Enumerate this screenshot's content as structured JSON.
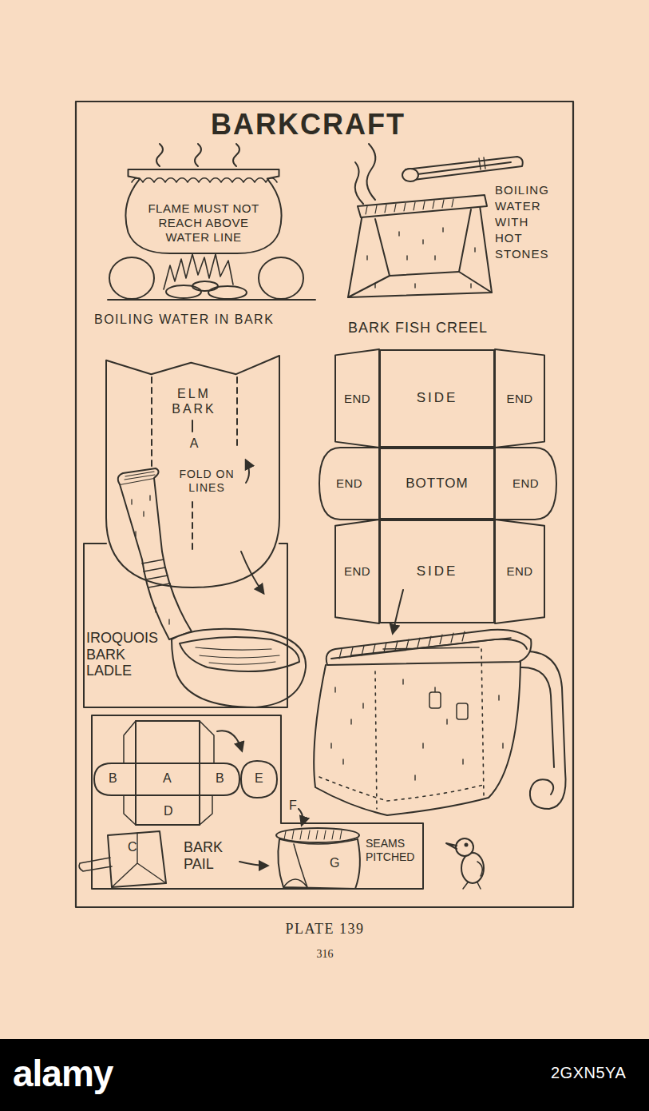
{
  "diagram": {
    "title": "BARKCRAFT",
    "caption": "PLATE 139",
    "nodes": [
      {
        "text": [
          "FLAME MUST NOT REACH ABOVE WATER LINE"
        ]
      },
      {
        "text": [
          "ELM BARK",
          "A",
          "FOLD ON LINES"
        ]
      },
      {
        "text": [
          "END"
        ]
      },
      {
        "text": [
          "SIDE"
        ]
      },
      {
        "text": [
          "END"
        ]
      },
      {
        "text": [
          "END"
        ]
      },
      {
        "text": [
          "BOTTOM"
        ]
      },
      {
        "text": [
          "END"
        ]
      },
      {
        "text": [
          "END"
        ]
      },
      {
        "text": [
          "SIDE"
        ]
      },
      {
        "text": [
          "END"
        ]
      },
      {
        "text": [
          "IROQUOIS BARK LADLE"
        ]
      },
      {
        "text": [
          "BARK PAIL"
        ]
      }
    ],
    "labels": [
      "BOILING WATER WITH HOT STONES",
      "BOILING WATER IN BARK",
      "BARK FISH CREEL",
      "B",
      "A",
      "B",
      "E",
      "D",
      "C",
      "F",
      "G",
      "SEAMS PITCHED",
      "316",
      "alamy",
      "2GXN5YA"
    ]
  }
}
